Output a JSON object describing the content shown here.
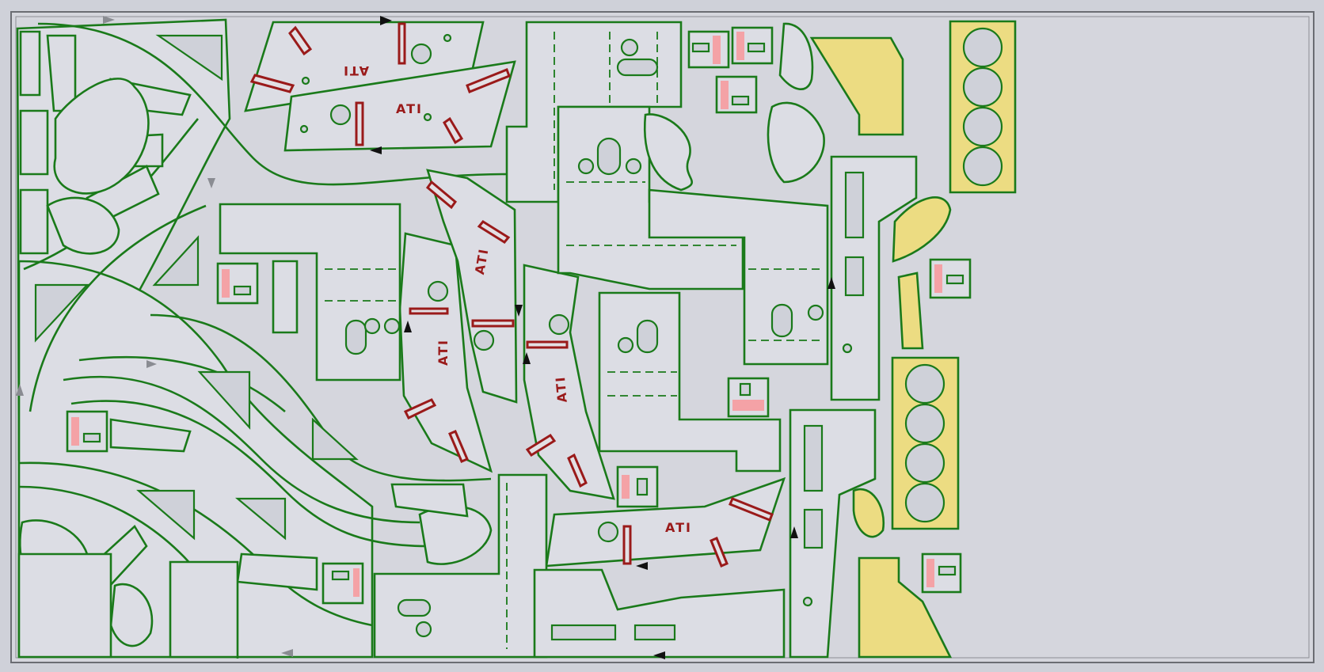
{
  "theme": {
    "part_fill": "#dcdde4",
    "outline_color": "#1a7a1a",
    "highlight_fill": "#ecdc82",
    "label_color": "#9a1a1a",
    "marker_fill": "#f4a2a6",
    "sheet_background": "#cfd1d9"
  },
  "labels": {
    "ati_1": "ATI",
    "ati_2": "ATI",
    "ati_3": "ATI",
    "ati_4": "ATI",
    "ati_5": "ATI"
  },
  "icons": {
    "direction_marker": "triangle-arrow-icon",
    "lead_in_marker": "grey-triangle-icon"
  }
}
